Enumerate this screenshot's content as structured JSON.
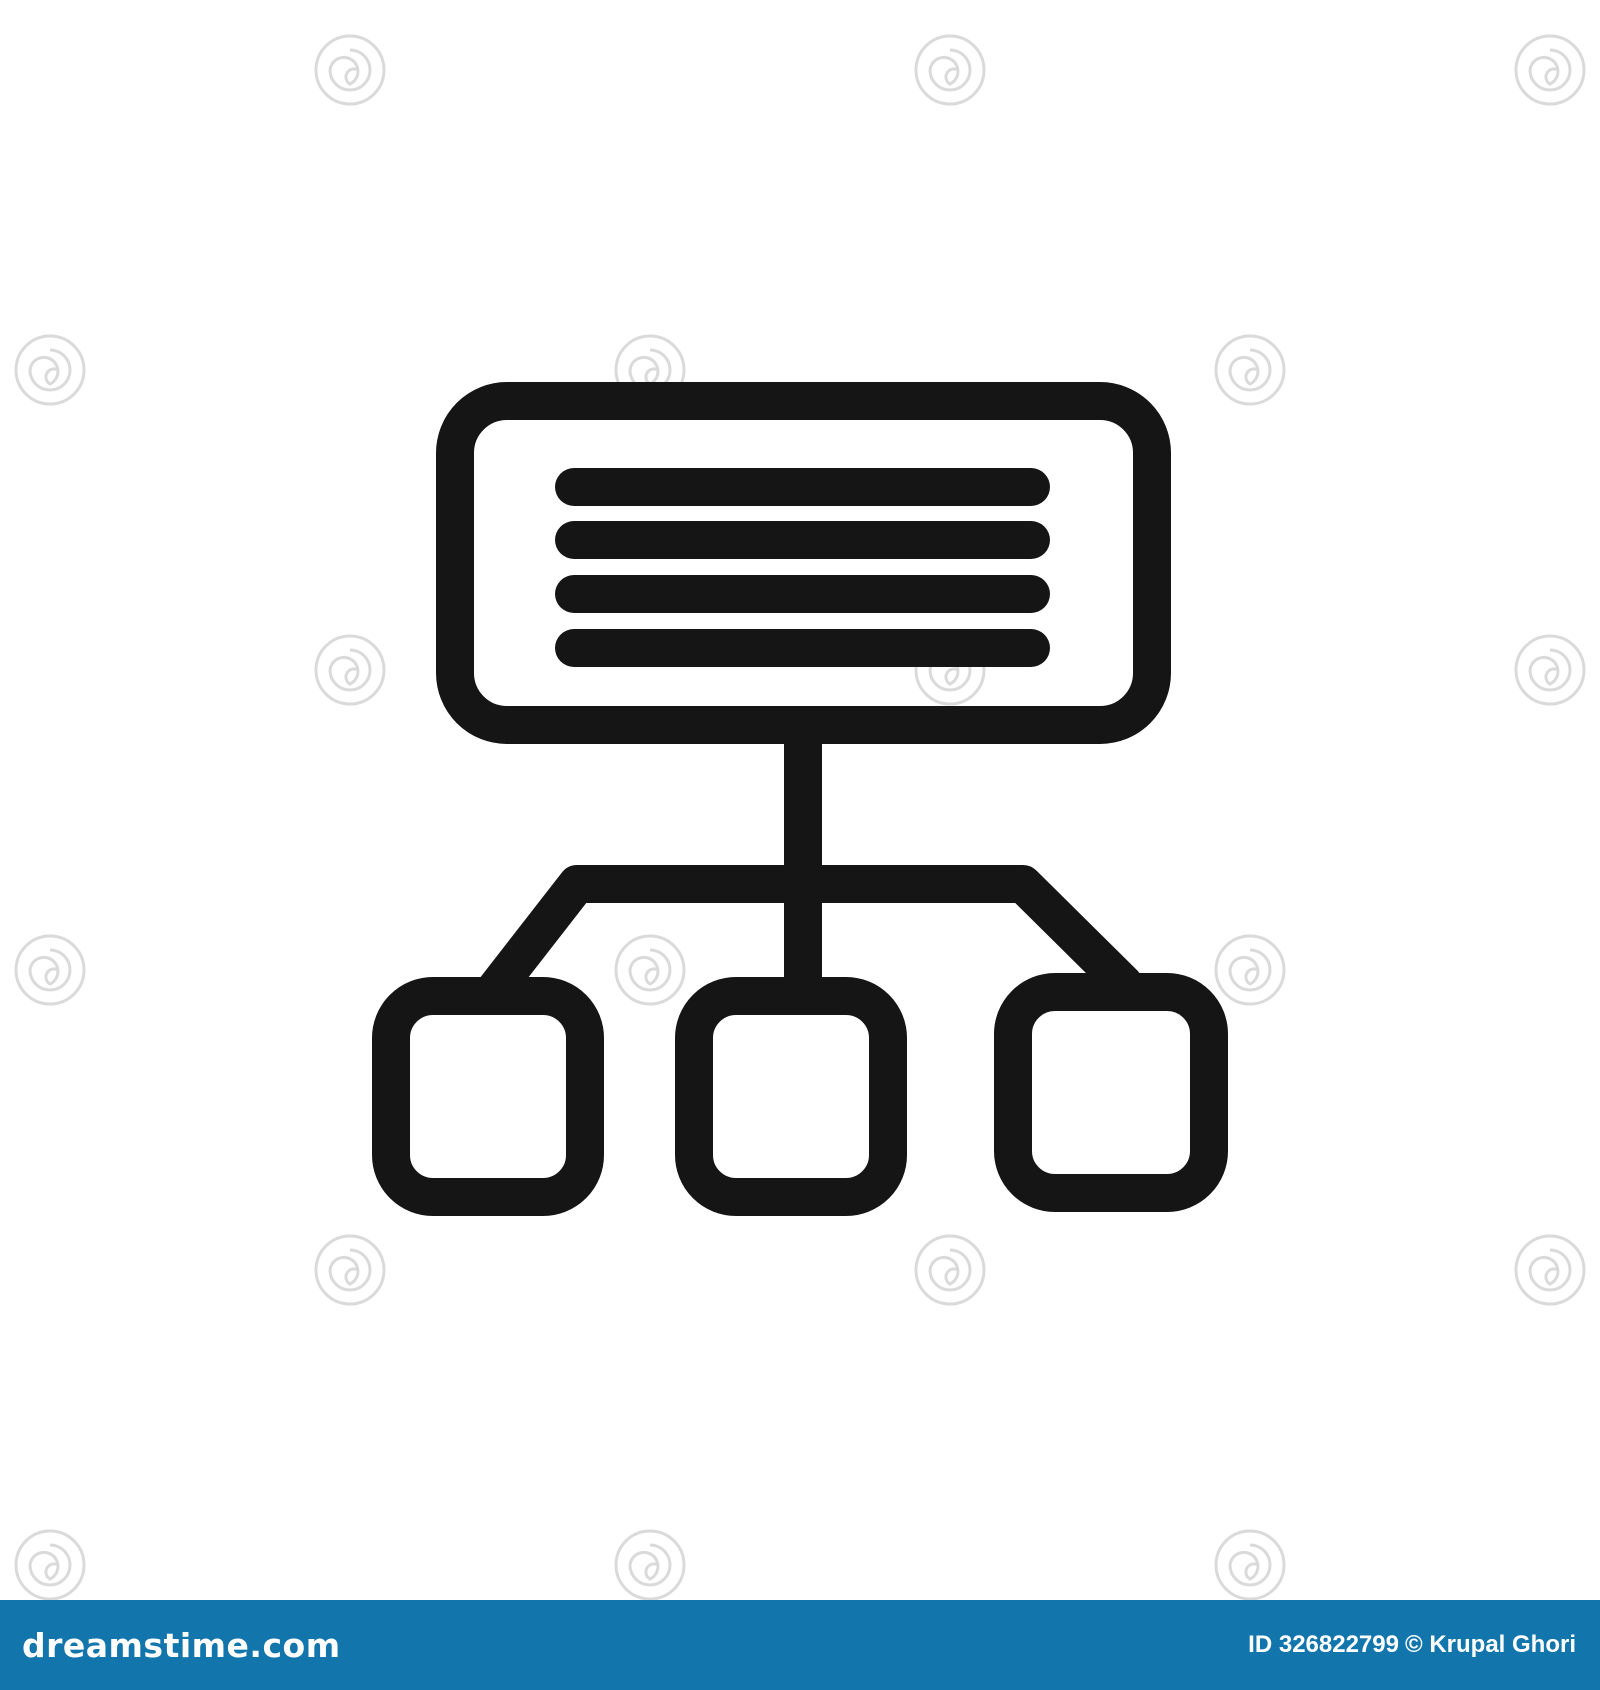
{
  "image": {
    "subject": "hierarchy-diagram-icon",
    "icon_color": "#151515",
    "background_color": "#ffffff",
    "watermark_color": "#d8d8d8"
  },
  "footer": {
    "background_color": "#1276ad",
    "logo_text": "dreamstime.com",
    "image_id": "ID 326822799",
    "copyright": "© Krupal Ghori"
  }
}
